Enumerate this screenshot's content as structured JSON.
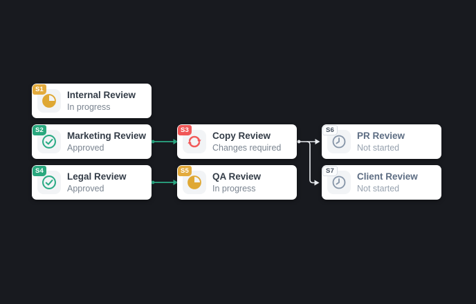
{
  "scene": {
    "background": "#181a1f"
  },
  "colors": {
    "card_bg": "#ffffff",
    "icon_box_bg": "#f2f4f6",
    "edge_green": "#2aab85",
    "edge_light": "#e8ebef"
  },
  "nodes": [
    {
      "id": "S1",
      "title": "Internal Review",
      "status": "In progress",
      "icon": "pie-chart-icon",
      "badge_bg": "#e3ab3d",
      "badge_fg": "#ffffff",
      "badge_border": "#e3ab3d",
      "accent": "#dfa834",
      "title_color": "#333c47",
      "status_color": "#7a8490"
    },
    {
      "id": "S2",
      "title": "Marketing Review",
      "status": "Approved",
      "icon": "check-circle-icon",
      "badge_bg": "#29a87e",
      "badge_fg": "#ffffff",
      "badge_border": "#29a87e",
      "accent": "#2bab85",
      "title_color": "#333c47",
      "status_color": "#7a8490"
    },
    {
      "id": "S3",
      "title": "Copy Review",
      "status": "Changes required",
      "icon": "refresh-icon",
      "badge_bg": "#f15757",
      "badge_fg": "#ffffff",
      "badge_border": "#f15757",
      "accent": "#f15a5a",
      "title_color": "#333c47",
      "status_color": "#7a8490"
    },
    {
      "id": "S4",
      "title": "Legal Review",
      "status": "Approved",
      "icon": "check-circle-icon",
      "badge_bg": "#29a87e",
      "badge_fg": "#ffffff",
      "badge_border": "#29a87e",
      "accent": "#2bab85",
      "title_color": "#333c47",
      "status_color": "#7a8490"
    },
    {
      "id": "S5",
      "title": "QA Review",
      "status": "In progress",
      "icon": "pie-chart-icon",
      "badge_bg": "#e3ab3d",
      "badge_fg": "#ffffff",
      "badge_border": "#e3ab3d",
      "accent": "#dfa834",
      "title_color": "#333c47",
      "status_color": "#7a8490"
    },
    {
      "id": "S6",
      "title": "PR Review",
      "status": "Not started",
      "icon": "clock-icon",
      "badge_bg": "#fbfcfd",
      "badge_fg": "#45505e",
      "badge_border": "#d9dee4",
      "accent": "#8796a9",
      "title_color": "#5d6d83",
      "status_color": "#96a1ae"
    },
    {
      "id": "S7",
      "title": "Client Review",
      "status": "Not started",
      "icon": "clock-icon",
      "badge_bg": "#fbfcfd",
      "badge_fg": "#45505e",
      "badge_border": "#d9dee4",
      "accent": "#8796a9",
      "title_color": "#5d6d83",
      "status_color": "#96a1ae"
    }
  ],
  "edges": [
    {
      "from": "S2",
      "to": "S3",
      "color": "#2aab85"
    },
    {
      "from": "S4",
      "to": "S5",
      "color": "#2aab85"
    },
    {
      "from": "S3",
      "to": "S6",
      "color": "#e8ebef"
    },
    {
      "from": "S3",
      "to": "S7",
      "color": "#e8ebef"
    }
  ]
}
